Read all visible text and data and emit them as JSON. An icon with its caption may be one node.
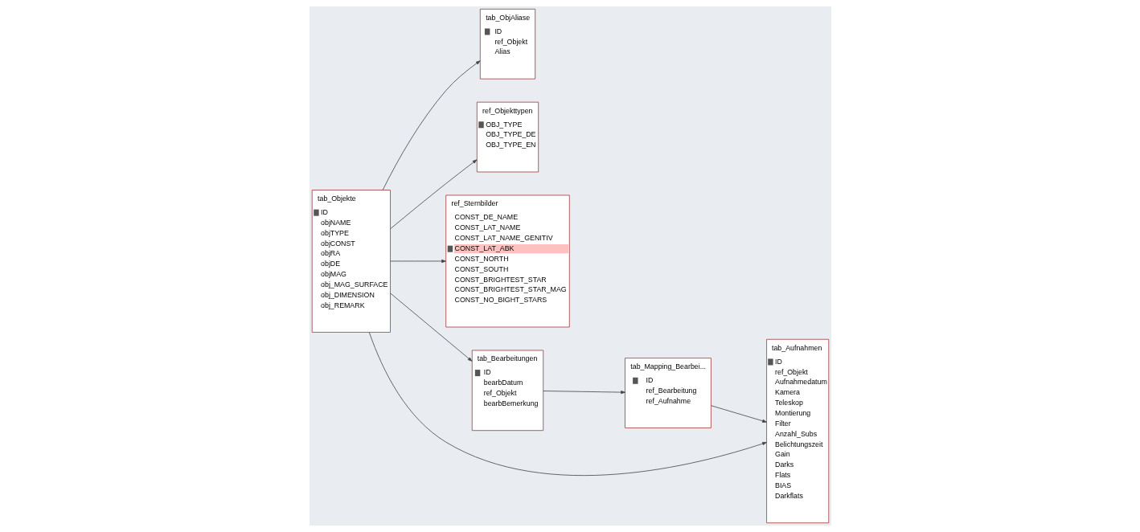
{
  "diagram": {
    "nodes": [
      {
        "text": [
          "tab_ObjAliase",
          "ID",
          "ref_Objekt",
          "Alias"
        ]
      },
      {
        "text": [
          "ref_Objekttypen",
          "OBJ_TYPE",
          "OBJ_TYPE_DE",
          "OBJ_TYPE_EN"
        ]
      },
      {
        "text": [
          "ref_Sternbilder",
          "CONST_DE_NAME",
          "CONST_LAT_NAME",
          "CONST_LAT_NAME_GENITIV",
          "CONST_LAT_ABK",
          "CONST_NORTH",
          "CONST_SOUTH",
          "CONST_BRIGHTEST_STAR",
          "CONST_BRIGHTEST_STAR_MAG",
          "CONST_NO_BIGHT_STARS"
        ]
      },
      {
        "text": [
          "tab_Objekte",
          "ID",
          "objNAME",
          "objTYPE",
          "objCONST",
          "objRA",
          "objDE",
          "objMAG",
          "obj_MAG_SURFACE",
          "obj_DIMENSION",
          "obj_REMARK"
        ]
      },
      {
        "text": [
          "tab_Bearbeitungen",
          "ID",
          "bearbDatum",
          "ref_Objekt",
          "bearbBemerkung"
        ]
      },
      {
        "text": [
          "tab_Mapping_Bearbei...",
          "ID",
          "ref_Bearbeitung",
          "ref_Aufnahme"
        ]
      },
      {
        "text": [
          "tab_Aufnahmen",
          "ID",
          "ref_Objekt",
          "Aufnahmedatum",
          "Kamera",
          "Teleskop",
          "Montierung",
          "Filter",
          "Anzahl_Subs",
          "Belichtungszeit",
          "Gain",
          "Darks",
          "Flats",
          "BIAS",
          "Darkflats"
        ]
      }
    ],
    "edges": [
      {
        "from": 3,
        "to": 0,
        "arrow": "to"
      },
      {
        "from": 3,
        "to": 1,
        "arrow": "to"
      },
      {
        "from": 3,
        "to": 2,
        "arrow": "to"
      },
      {
        "from": 3,
        "to": 4,
        "arrow": "to"
      },
      {
        "from": 3,
        "to": 6,
        "arrow": "to"
      },
      {
        "from": 4,
        "to": 5,
        "arrow": "to"
      },
      {
        "from": 5,
        "to": 6,
        "arrow": "to"
      }
    ]
  }
}
